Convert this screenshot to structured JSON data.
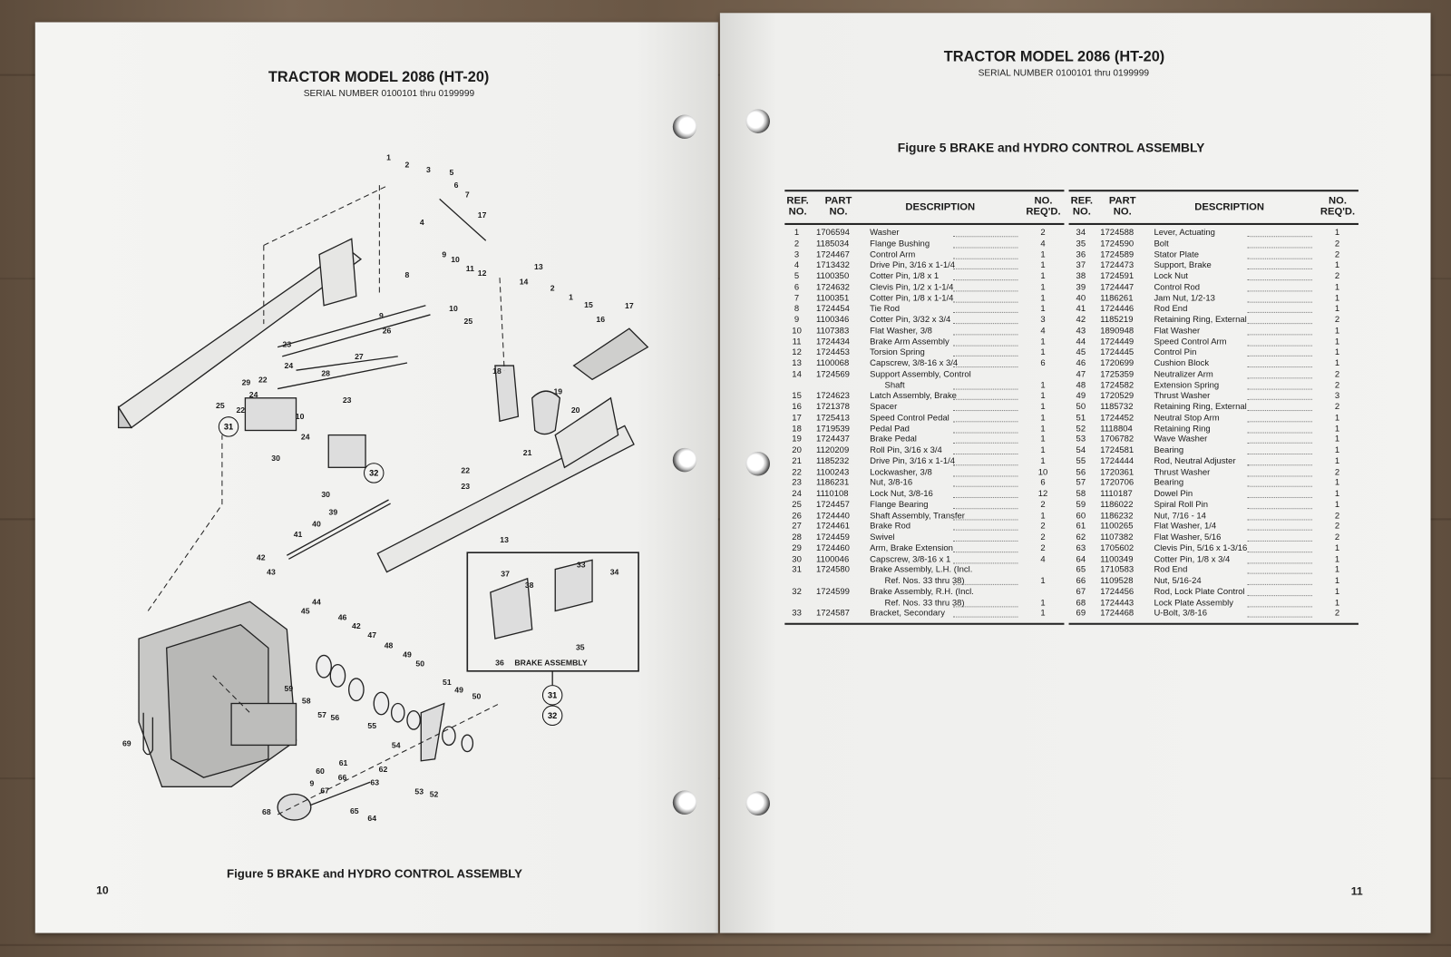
{
  "left_page": {
    "title": "TRACTOR MODEL 2086  (HT-20)",
    "serial": "SERIAL NUMBER 0100101 thru 0199999",
    "caption": "Figure 5  BRAKE and HYDRO CONTROL ASSEMBLY",
    "page_number": "10",
    "inset_label": "BRAKE ASSEMBLY",
    "inset_refs": [
      "31",
      "32"
    ],
    "callouts": [
      "1",
      "2",
      "3",
      "5",
      "4",
      "6",
      "7",
      "17",
      "8",
      "9",
      "10",
      "11",
      "12",
      "13",
      "14",
      "2",
      "1",
      "15",
      "16",
      "17",
      "26",
      "27",
      "9",
      "10",
      "25",
      "23",
      "24",
      "28",
      "29",
      "22",
      "25",
      "30",
      "30",
      "18",
      "19",
      "20",
      "21",
      "22",
      "23",
      "13",
      "39",
      "40",
      "41",
      "42",
      "43",
      "44",
      "45",
      "46",
      "42",
      "47",
      "48",
      "49",
      "50",
      "51",
      "49",
      "50",
      "52",
      "53",
      "54",
      "55",
      "56",
      "57",
      "58",
      "59",
      "60",
      "61",
      "62",
      "63",
      "66",
      "67",
      "65",
      "64",
      "68",
      "9",
      "69",
      "37",
      "38",
      "33",
      "34",
      "35",
      "36",
      "23",
      "24",
      "22",
      "10",
      "24"
    ],
    "circled_refs": [
      "31",
      "32"
    ]
  },
  "right_page": {
    "title": "TRACTOR MODEL 2086  (HT-20)",
    "serial": "SERIAL NUMBER 0100101 thru 0199999",
    "figure_title": "Figure 5  BRAKE and HYDRO CONTROL ASSEMBLY",
    "page_number": "11",
    "headers": {
      "ref": "REF.\nNO.",
      "part": "PART\nNO.",
      "desc": "DESCRIPTION",
      "qty": "NO.\nREQ'D."
    },
    "parts_left": [
      {
        "ref": "1",
        "part": "1706594",
        "desc": "Washer",
        "qty": "2"
      },
      {
        "ref": "2",
        "part": "1185034",
        "desc": "Flange Bushing",
        "qty": "4"
      },
      {
        "ref": "3",
        "part": "1724467",
        "desc": "Control Arm",
        "qty": "1"
      },
      {
        "ref": "4",
        "part": "1713432",
        "desc": "Drive Pin, 3/16 x 1-1/4",
        "qty": "1"
      },
      {
        "ref": "5",
        "part": "1100350",
        "desc": "Cotter Pin, 1/8 x 1",
        "qty": "1"
      },
      {
        "ref": "6",
        "part": "1724632",
        "desc": "Clevis Pin, 1/2 x 1-1/4",
        "qty": "1"
      },
      {
        "ref": "7",
        "part": "1100351",
        "desc": "Cotter Pin, 1/8 x 1-1/4",
        "qty": "1"
      },
      {
        "ref": "8",
        "part": "1724454",
        "desc": "Tie Rod",
        "qty": "1"
      },
      {
        "ref": "9",
        "part": "1100346",
        "desc": "Cotter Pin, 3/32 x 3/4",
        "qty": "3"
      },
      {
        "ref": "10",
        "part": "1107383",
        "desc": "Flat Washer, 3/8",
        "qty": "4"
      },
      {
        "ref": "11",
        "part": "1724434",
        "desc": "Brake Arm Assembly",
        "qty": "1"
      },
      {
        "ref": "12",
        "part": "1724453",
        "desc": "Torsion Spring",
        "qty": "1"
      },
      {
        "ref": "13",
        "part": "1100068",
        "desc": "Capscrew, 3/8-16 x 3/4",
        "qty": "6"
      },
      {
        "ref": "14",
        "part": "1724569",
        "desc": "Support Assembly, Control",
        "desc2": "Shaft",
        "qty": "1"
      },
      {
        "ref": "15",
        "part": "1724623",
        "desc": "Latch Assembly, Brake",
        "qty": "1"
      },
      {
        "ref": "16",
        "part": "1721378",
        "desc": "Spacer",
        "qty": "1"
      },
      {
        "ref": "17",
        "part": "1725413",
        "desc": "Speed Control Pedal",
        "qty": "1"
      },
      {
        "ref": "18",
        "part": "1719539",
        "desc": "Pedal Pad",
        "qty": "1"
      },
      {
        "ref": "19",
        "part": "1724437",
        "desc": "Brake Pedal",
        "qty": "1"
      },
      {
        "ref": "20",
        "part": "1120209",
        "desc": "Roll Pin, 3/16 x 3/4",
        "qty": "1"
      },
      {
        "ref": "21",
        "part": "1185232",
        "desc": "Drive Pin, 3/16 x 1-1/4",
        "qty": "1"
      },
      {
        "ref": "22",
        "part": "1100243",
        "desc": "Lockwasher, 3/8",
        "qty": "10"
      },
      {
        "ref": "23",
        "part": "1186231",
        "desc": "Nut, 3/8-16",
        "qty": "6"
      },
      {
        "ref": "24",
        "part": "1110108",
        "desc": "Lock Nut, 3/8-16",
        "qty": "12"
      },
      {
        "ref": "25",
        "part": "1724457",
        "desc": "Flange Bearing",
        "qty": "2"
      },
      {
        "ref": "26",
        "part": "1724440",
        "desc": "Shaft Assembly, Transfer",
        "qty": "1"
      },
      {
        "ref": "27",
        "part": "1724461",
        "desc": "Brake Rod",
        "qty": "2"
      },
      {
        "ref": "28",
        "part": "1724459",
        "desc": "Swivel",
        "qty": "2"
      },
      {
        "ref": "29",
        "part": "1724460",
        "desc": "Arm, Brake Extension",
        "qty": "2"
      },
      {
        "ref": "30",
        "part": "1100046",
        "desc": "Capscrew, 3/8-16 x 1",
        "qty": "4"
      },
      {
        "ref": "31",
        "part": "1724580",
        "desc": "Brake Assembly, L.H. (Incl.",
        "desc2": "Ref. Nos. 33 thru 38)",
        "qty": "1"
      },
      {
        "ref": "32",
        "part": "1724599",
        "desc": "Brake Assembly, R.H. (Incl.",
        "desc2": "Ref. Nos. 33 thru 38)",
        "qty": "1"
      },
      {
        "ref": "33",
        "part": "1724587",
        "desc": "Bracket, Secondary",
        "qty": "1"
      }
    ],
    "parts_right": [
      {
        "ref": "34",
        "part": "1724588",
        "desc": "Lever, Actuating",
        "qty": "1"
      },
      {
        "ref": "35",
        "part": "1724590",
        "desc": "Bolt",
        "qty": "2"
      },
      {
        "ref": "36",
        "part": "1724589",
        "desc": "Stator Plate",
        "qty": "2"
      },
      {
        "ref": "37",
        "part": "1724473",
        "desc": "Support, Brake",
        "qty": "1"
      },
      {
        "ref": "38",
        "part": "1724591",
        "desc": "Lock Nut",
        "qty": "2"
      },
      {
        "ref": "39",
        "part": "1724447",
        "desc": "Control Rod",
        "qty": "1"
      },
      {
        "ref": "40",
        "part": "1186261",
        "desc": "Jam Nut, 1/2-13",
        "qty": "1"
      },
      {
        "ref": "41",
        "part": "1724446",
        "desc": "Rod End",
        "qty": "1"
      },
      {
        "ref": "42",
        "part": "1185219",
        "desc": "Retaining Ring, External",
        "qty": "2"
      },
      {
        "ref": "43",
        "part": "1890948",
        "desc": "Flat Washer",
        "qty": "1"
      },
      {
        "ref": "44",
        "part": "1724449",
        "desc": "Speed Control Arm",
        "qty": "1"
      },
      {
        "ref": "45",
        "part": "1724445",
        "desc": "Control Pin",
        "qty": "1"
      },
      {
        "ref": "46",
        "part": "1720699",
        "desc": "Cushion Block",
        "qty": "1"
      },
      {
        "ref": "47",
        "part": "1725359",
        "desc": "Neutralizer Arm",
        "qty": "2"
      },
      {
        "ref": "48",
        "part": "1724582",
        "desc": "Extension Spring",
        "qty": "2"
      },
      {
        "ref": "49",
        "part": "1720529",
        "desc": "Thrust Washer",
        "qty": "3"
      },
      {
        "ref": "50",
        "part": "1185732",
        "desc": "Retaining Ring, External",
        "qty": "2"
      },
      {
        "ref": "51",
        "part": "1724452",
        "desc": "Neutral Stop Arm",
        "qty": "1"
      },
      {
        "ref": "52",
        "part": "1118804",
        "desc": "Retaining Ring",
        "qty": "1"
      },
      {
        "ref": "53",
        "part": "1706782",
        "desc": "Wave Washer",
        "qty": "1"
      },
      {
        "ref": "54",
        "part": "1724581",
        "desc": "Bearing",
        "qty": "1"
      },
      {
        "ref": "55",
        "part": "1724444",
        "desc": "Rod, Neutral Adjuster",
        "qty": "1"
      },
      {
        "ref": "56",
        "part": "1720361",
        "desc": "Thrust Washer",
        "qty": "2"
      },
      {
        "ref": "57",
        "part": "1720706",
        "desc": "Bearing",
        "qty": "1"
      },
      {
        "ref": "58",
        "part": "1110187",
        "desc": "Dowel Pin",
        "qty": "1"
      },
      {
        "ref": "59",
        "part": "1186022",
        "desc": "Spiral Roll Pin",
        "qty": "1"
      },
      {
        "ref": "60",
        "part": "1186232",
        "desc": "Nut, 7/16 - 14",
        "qty": "2"
      },
      {
        "ref": "61",
        "part": "1100265",
        "desc": "Flat Washer, 1/4",
        "qty": "2"
      },
      {
        "ref": "62",
        "part": "1107382",
        "desc": "Flat Washer, 5/16",
        "qty": "2"
      },
      {
        "ref": "63",
        "part": "1705602",
        "desc": "Clevis Pin, 5/16 x 1-3/16",
        "qty": "1"
      },
      {
        "ref": "64",
        "part": "1100349",
        "desc": "Cotter Pin, 1/8 x 3/4",
        "qty": "1"
      },
      {
        "ref": "65",
        "part": "1710583",
        "desc": "Rod End",
        "qty": "1"
      },
      {
        "ref": "66",
        "part": "1109528",
        "desc": "Nut, 5/16-24",
        "qty": "1"
      },
      {
        "ref": "67",
        "part": "1724456",
        "desc": "Rod, Lock Plate Control",
        "qty": "1"
      },
      {
        "ref": "68",
        "part": "1724443",
        "desc": "Lock Plate Assembly",
        "qty": "1"
      },
      {
        "ref": "69",
        "part": "1724468",
        "desc": "U-Bolt, 3/8-16",
        "qty": "2"
      }
    ]
  }
}
